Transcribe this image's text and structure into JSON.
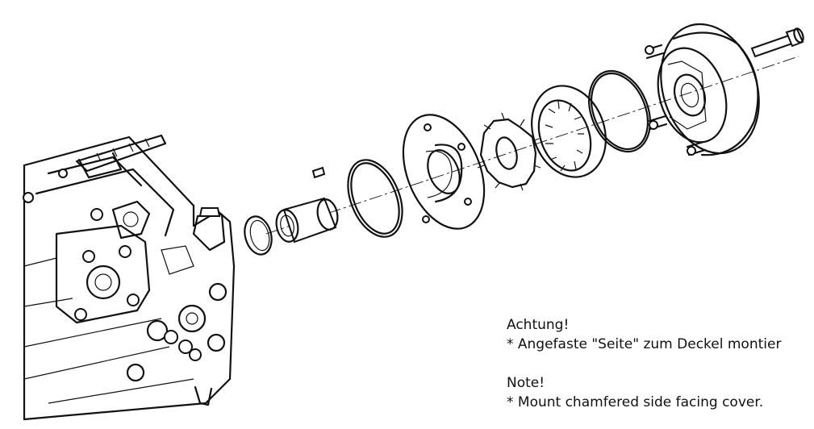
{
  "notes": {
    "warning_heading": "Achtung!",
    "warning_text": "* Angefaste \"Seite\" zum Deckel montier",
    "note_heading": "Note!",
    "note_text": "* Mount chamfered side facing cover."
  },
  "colors": {
    "line": "#111111",
    "background": "#ffffff"
  }
}
